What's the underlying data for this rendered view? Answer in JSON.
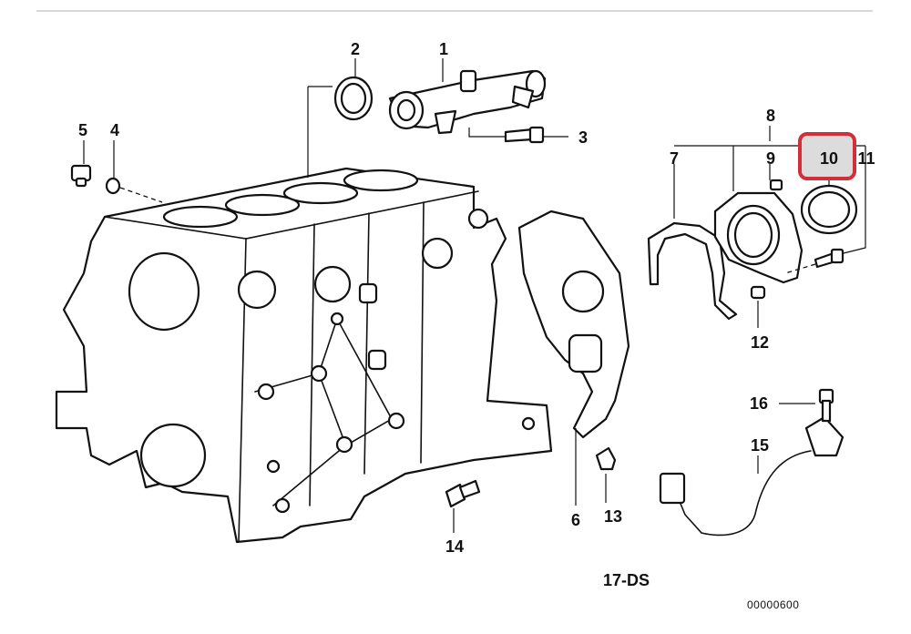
{
  "diagram": {
    "code": "17-DS",
    "reference": "00000600",
    "highlight_color": "#d32f3a",
    "highlighted_part": "10",
    "callouts": [
      {
        "id": "1",
        "label": "1"
      },
      {
        "id": "2",
        "label": "2"
      },
      {
        "id": "3",
        "label": "3"
      },
      {
        "id": "4",
        "label": "4"
      },
      {
        "id": "5",
        "label": "5"
      },
      {
        "id": "6",
        "label": "6"
      },
      {
        "id": "7",
        "label": "7"
      },
      {
        "id": "8",
        "label": "8"
      },
      {
        "id": "9",
        "label": "9"
      },
      {
        "id": "10",
        "label": "10"
      },
      {
        "id": "11",
        "label": "11"
      },
      {
        "id": "12",
        "label": "12"
      },
      {
        "id": "13",
        "label": "13"
      },
      {
        "id": "14",
        "label": "14"
      },
      {
        "id": "15",
        "label": "15"
      },
      {
        "id": "16",
        "label": "16"
      }
    ]
  }
}
